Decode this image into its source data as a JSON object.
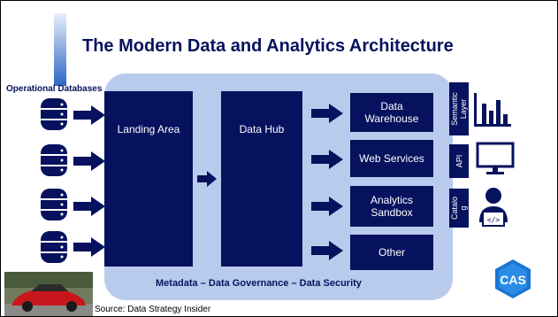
{
  "title": "The Modern Data and Analytics Architecture",
  "sources_label": "Operational Databases",
  "stages": {
    "landing": "Landing Area",
    "hub": "Data Hub"
  },
  "outputs": [
    "Data\nWarehouse",
    "Web Services",
    "Analytics\nSandbox",
    "Other"
  ],
  "access_layers": [
    "Semantic\nLayer",
    "API",
    "Catalo\ng"
  ],
  "access_icons": [
    "bar-chart-icon",
    "monitor-icon",
    "developer-icon"
  ],
  "footer": "Metadata – Data Governance – Data Security",
  "source_credit": "Source: Data Strategy Insider",
  "logo_text": "CAS",
  "colors": {
    "navy": "#06125e",
    "panel": "#b9cbec",
    "title": "#06125e",
    "logo": "#1976d2"
  }
}
